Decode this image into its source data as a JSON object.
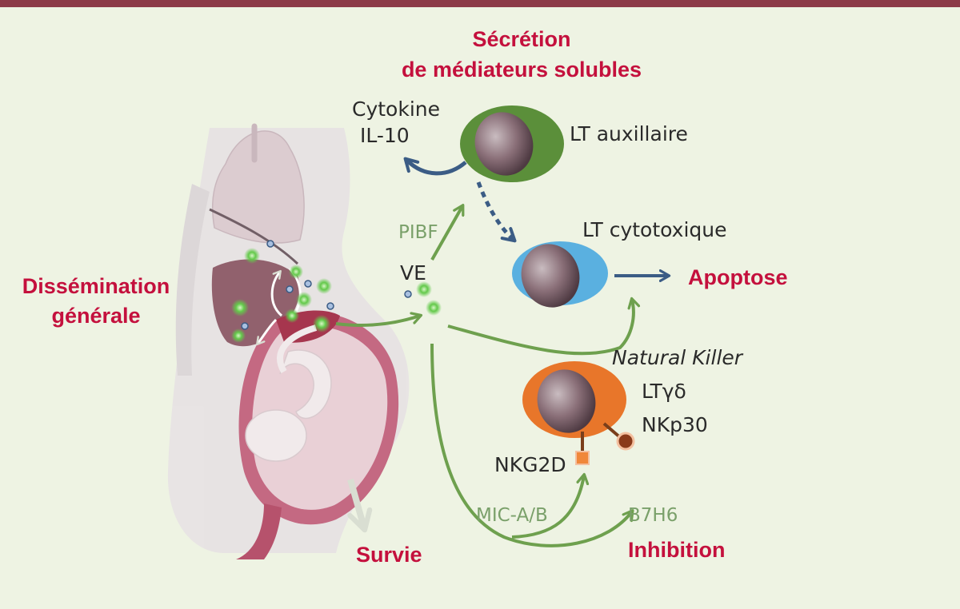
{
  "labels": {
    "secretion_line1": "Sécrétion",
    "secretion_line2": "de médiateurs solubles",
    "cytokine_line1": "Cytokine",
    "cytokine_line2": "IL-10",
    "lt_auxillaire": "LT auxillaire",
    "pibf": "PIBF",
    "ve": "VE",
    "lt_cytotoxique": "LT cytotoxique",
    "apoptose": "Apoptose",
    "dissemination_line1": "Dissémination",
    "dissemination_line2": "générale",
    "natural_killer": "Natural Killer",
    "lt_gamma_delta": "LTγδ",
    "nkp30": "NKp30",
    "nkg2d": "NKG2D",
    "mica_b": "MIC-A/B",
    "b7h6": "B7H6",
    "survie": "Survie",
    "inhibition": "Inhibition"
  },
  "colors": {
    "background": "#eef3e3",
    "top_bar": "#8c3a48",
    "accent_red": "#c4103d",
    "arrow_green": "#6ea04e",
    "arrow_blue": "#3b5c85",
    "label_green": "#7aa06a",
    "helper_cell": "#5b8f3a",
    "cytotoxic_cell": "#5ab0e0",
    "nk_cell": "#e8762a"
  }
}
